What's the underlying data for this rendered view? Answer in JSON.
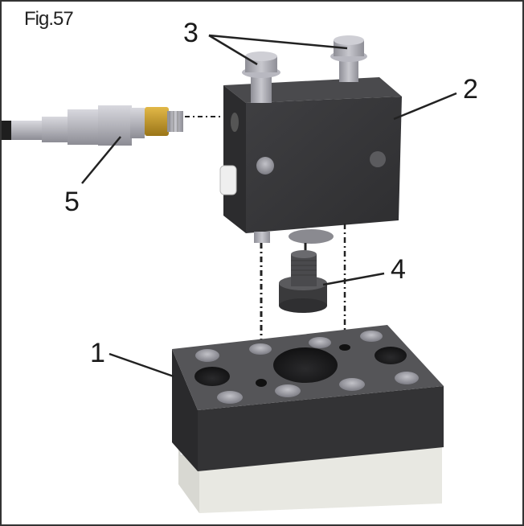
{
  "figure": {
    "title": "Fig.57",
    "type": "exploded assembly view",
    "callouts": [
      {
        "id": "1",
        "label": "1",
        "part": "base block"
      },
      {
        "id": "2",
        "label": "2",
        "part": "manifold block"
      },
      {
        "id": "3",
        "label": "3",
        "part": "mounting screws"
      },
      {
        "id": "4",
        "label": "4",
        "part": "threaded plug"
      },
      {
        "id": "5",
        "label": "5",
        "part": "sensor / connector"
      }
    ]
  },
  "colors": {
    "border": "#333333",
    "block_dark": "#3a3a3c",
    "block_top": "#555557",
    "screw_silver": "#a9a9b0",
    "brass_fitting": "#c79a2a",
    "base_plate": "#e8e8e2",
    "leader_line": "#222222"
  }
}
